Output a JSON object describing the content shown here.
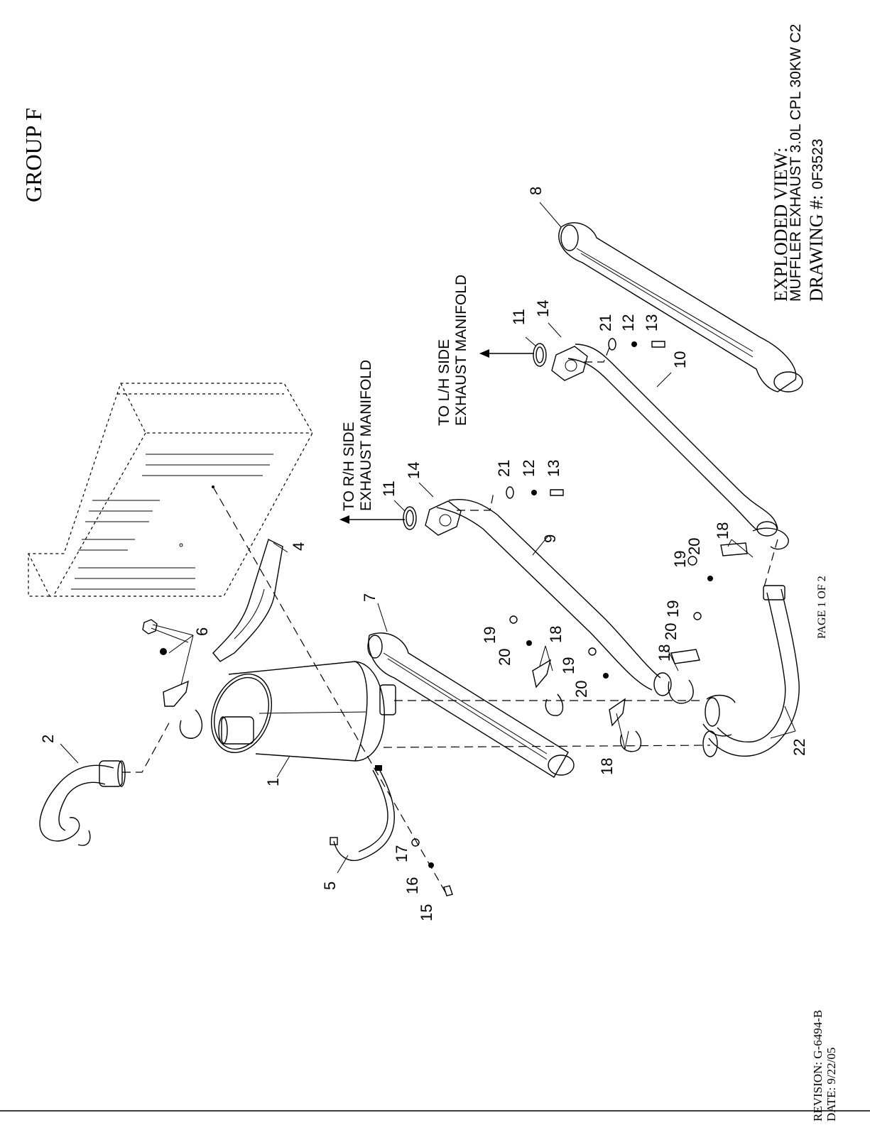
{
  "header": {
    "group": "GROUP F"
  },
  "title_block": {
    "title": "EXPLODED VIEW:",
    "subtitle": "MUFFLER EXHAUST 3.0L CPL 30KW C2",
    "drawing_label": "DRAWING #:",
    "drawing_number": "0F3523"
  },
  "revision_block": {
    "revision": "REVISION: G-6494-B",
    "date": "DATE:  9/22/05"
  },
  "page": "PAGE 1 OF 2",
  "notes": {
    "rh_line1": "TO R/H SIDE",
    "rh_line2": "EXHAUST MANIFOLD",
    "lh_line1": "TO L/H SIDE",
    "lh_line2": "EXHAUST MANIFOLD"
  },
  "callouts": [
    {
      "id": "c1",
      "text": "1"
    },
    {
      "id": "c2",
      "text": "2"
    },
    {
      "id": "c4",
      "text": "4"
    },
    {
      "id": "c5",
      "text": "5"
    },
    {
      "id": "c6",
      "text": "6"
    },
    {
      "id": "c7",
      "text": "7"
    },
    {
      "id": "c8",
      "text": "8"
    },
    {
      "id": "c9",
      "text": "9"
    },
    {
      "id": "c10",
      "text": "10"
    },
    {
      "id": "c11a",
      "text": "11"
    },
    {
      "id": "c11b",
      "text": "11"
    },
    {
      "id": "c12a",
      "text": "12"
    },
    {
      "id": "c12b",
      "text": "12"
    },
    {
      "id": "c13a",
      "text": "13"
    },
    {
      "id": "c13b",
      "text": "13"
    },
    {
      "id": "c14a",
      "text": "14"
    },
    {
      "id": "c14b",
      "text": "14"
    },
    {
      "id": "c15",
      "text": "15"
    },
    {
      "id": "c16",
      "text": "16"
    },
    {
      "id": "c17",
      "text": "17"
    },
    {
      "id": "c18a",
      "text": "18"
    },
    {
      "id": "c18b",
      "text": "18"
    },
    {
      "id": "c18c",
      "text": "18"
    },
    {
      "id": "c18d",
      "text": "18"
    },
    {
      "id": "c19a",
      "text": "19"
    },
    {
      "id": "c19b",
      "text": "19"
    },
    {
      "id": "c19c",
      "text": "19"
    },
    {
      "id": "c19d",
      "text": "19"
    },
    {
      "id": "c20a",
      "text": "20"
    },
    {
      "id": "c20b",
      "text": "20"
    },
    {
      "id": "c20c",
      "text": "20"
    },
    {
      "id": "c20d",
      "text": "20"
    },
    {
      "id": "c21a",
      "text": "21"
    },
    {
      "id": "c21b",
      "text": "21"
    },
    {
      "id": "c22",
      "text": "22"
    }
  ]
}
